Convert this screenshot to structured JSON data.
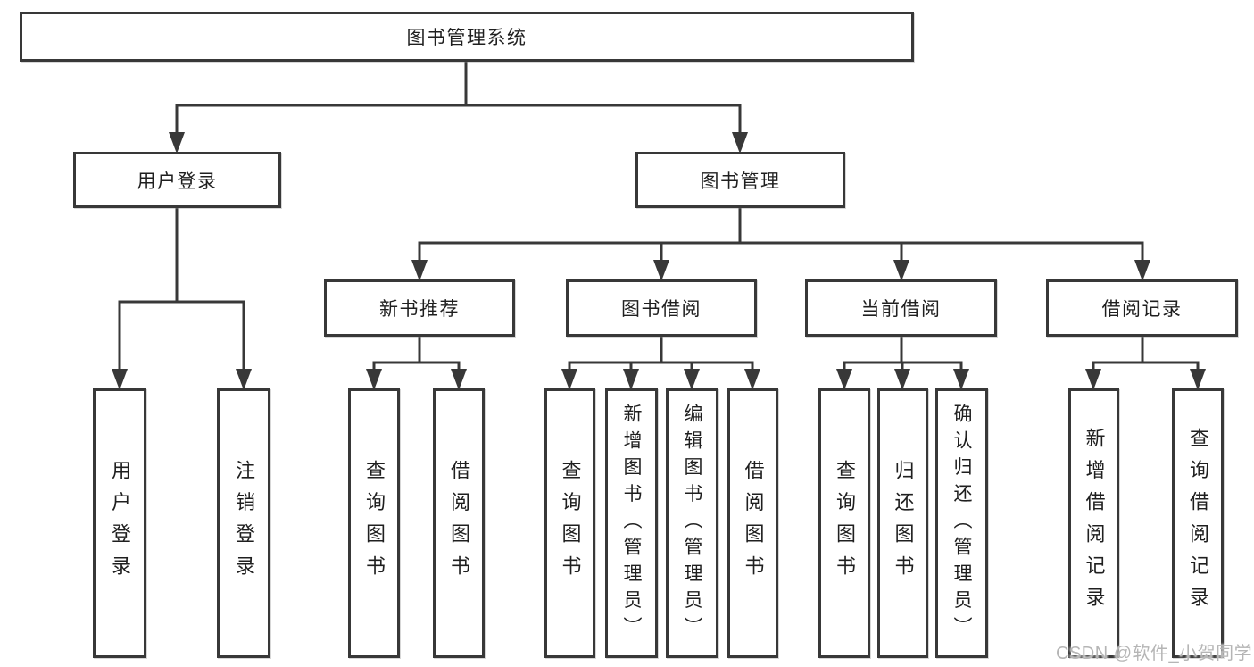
{
  "diagram": {
    "type": "hierarchy-tree",
    "nodes": {
      "root": {
        "label": "图书管理系统"
      },
      "level2": [
        {
          "id": "user-login",
          "label": "用户登录",
          "parent": "图书管理系统"
        },
        {
          "id": "book-management",
          "label": "图书管理",
          "parent": "图书管理系统"
        }
      ],
      "level3": [
        {
          "id": "new-book-recommendation",
          "label": "新书推荐",
          "parent": "图书管理"
        },
        {
          "id": "book-borrowing",
          "label": "图书借阅",
          "parent": "图书管理"
        },
        {
          "id": "current-borrowing",
          "label": "当前借阅",
          "parent": "图书管理"
        },
        {
          "id": "borrowing-records",
          "label": "借阅记录",
          "parent": "图书管理"
        }
      ],
      "leaves": [
        {
          "label": "用户登录",
          "parent": "用户登录"
        },
        {
          "label": "注销登录",
          "parent": "用户登录"
        },
        {
          "label": "查询图书",
          "parent": "新书推荐"
        },
        {
          "label": "借阅图书",
          "parent": "新书推荐"
        },
        {
          "label": "查询图书",
          "parent": "图书借阅"
        },
        {
          "label": "新增图书（管理员）",
          "parent": "图书借阅"
        },
        {
          "label": "编辑图书（管理员）",
          "parent": "图书借阅"
        },
        {
          "label": "借阅图书",
          "parent": "图书借阅"
        },
        {
          "label": "查询图书",
          "parent": "当前借阅"
        },
        {
          "label": "归还图书",
          "parent": "当前借阅"
        },
        {
          "label": "确认归还（管理员）",
          "parent": "当前借阅"
        },
        {
          "label": "新增借阅记录",
          "parent": "借阅记录"
        },
        {
          "label": "查询借阅记录",
          "parent": "借阅记录"
        }
      ]
    },
    "colors": {
      "line": "#383838",
      "text": "#1f1f1f",
      "background": "#ffffff",
      "watermark": "#b5b5b5"
    }
  },
  "watermark": {
    "text": "CSDN @软件_小贺同学"
  }
}
